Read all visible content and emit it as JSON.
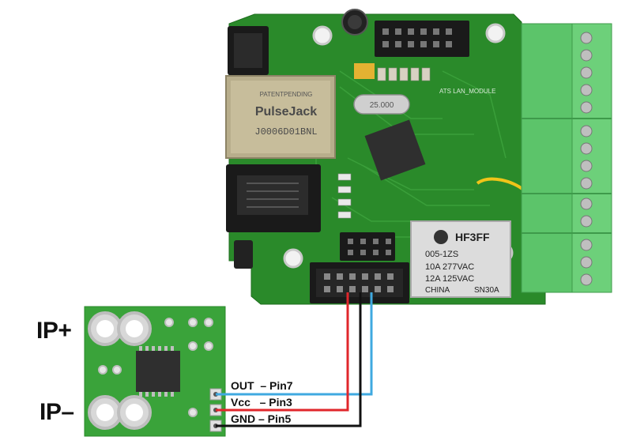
{
  "labels": {
    "ip_plus": "IP+",
    "ip_minus": "IP–"
  },
  "pins": [
    {
      "text": "OUT  – Pin7",
      "wire_color": "#3fa9e0"
    },
    {
      "text": "Vcc   – Pin3",
      "wire_color": "#e0262b"
    },
    {
      "text": "GND – Pin5",
      "wire_color": "#111111"
    }
  ],
  "relay": {
    "brand": "HF3FF",
    "model": "005-1ZS",
    "rating1": "10A 277VAC",
    "rating2": "12A 125VAC",
    "origin": "CHINA",
    "serial": "SN30A"
  },
  "ethernet_jack": {
    "line1": "PATENTPENDING",
    "line2": "PulseJack",
    "line3": "J0006D01BNL"
  },
  "crystal_text": "25.000",
  "module_text": "ATS LAN_MODULE",
  "colors": {
    "pcb_green": "#2a8a2a",
    "terminal_green": "#5cc46a",
    "sensor_green": "#3aa33a"
  }
}
